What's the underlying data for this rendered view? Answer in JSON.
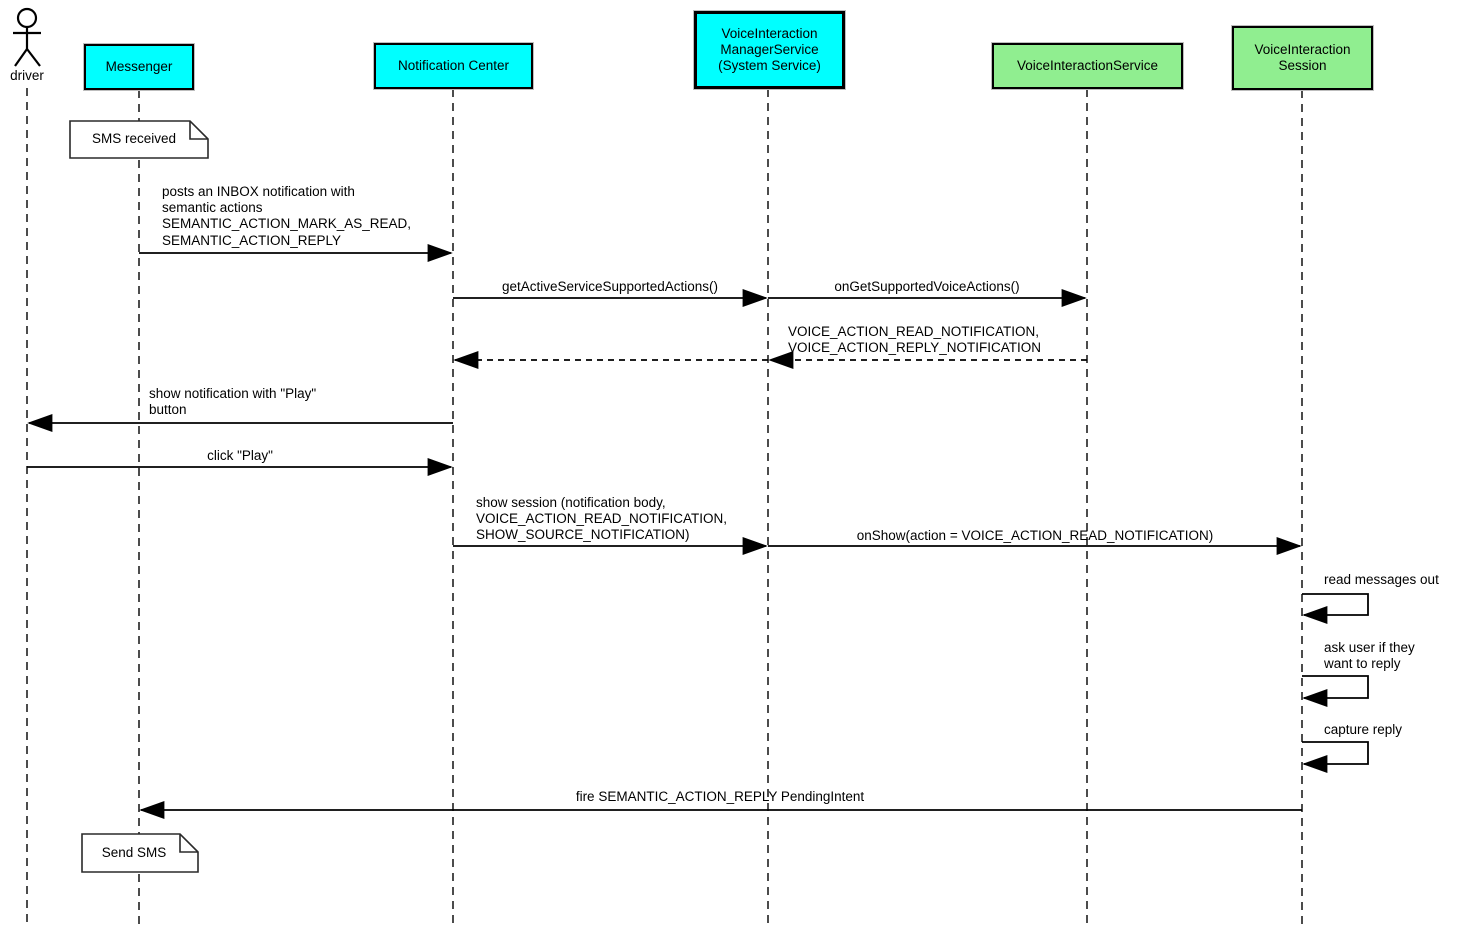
{
  "colors": {
    "participant_cyan": "#00ffff",
    "participant_green": "#90ee90",
    "line": "#000000",
    "note_fill": "#ffffff",
    "background": "#ffffff"
  },
  "actor": {
    "label": "driver"
  },
  "participants": [
    {
      "id": "messenger",
      "label": "Messenger",
      "fill": "#00ffff"
    },
    {
      "id": "notification-center",
      "label": "Notification Center",
      "fill": "#00ffff"
    },
    {
      "id": "voice-interaction-manager-service",
      "label": "VoiceInteraction\nManagerService\n(System Service)",
      "fill": "#00ffff"
    },
    {
      "id": "voice-interaction-service",
      "label": "VoiceInteractionService",
      "fill": "#90ee90"
    },
    {
      "id": "voice-interaction-session",
      "label": "VoiceInteraction\nSession",
      "fill": "#90ee90"
    }
  ],
  "notes": [
    {
      "text": "SMS received",
      "attached_to": "Messenger"
    },
    {
      "text": "Send SMS",
      "attached_to": "Messenger"
    }
  ],
  "messages": [
    {
      "from": "Messenger",
      "to": "Notification Center",
      "style": "solid",
      "text": "posts an INBOX notification with\nsemantic actions\nSEMANTIC_ACTION_MARK_AS_READ,\nSEMANTIC_ACTION_REPLY"
    },
    {
      "from": "Notification Center",
      "to": "VoiceInteractionManagerService",
      "style": "solid",
      "text": "getActiveServiceSupportedActions()"
    },
    {
      "from": "VoiceInteractionManagerService",
      "to": "VoiceInteractionService",
      "style": "solid",
      "text": "onGetSupportedVoiceActions()"
    },
    {
      "from": "VoiceInteractionService",
      "to": "Notification Center",
      "style": "dashed-return",
      "text": "VOICE_ACTION_READ_NOTIFICATION,\nVOICE_ACTION_REPLY_NOTIFICATION"
    },
    {
      "from": "Notification Center",
      "to": "driver",
      "style": "solid",
      "text": "show notification with \"Play\"\nbutton"
    },
    {
      "from": "driver",
      "to": "Notification Center",
      "style": "solid",
      "text": "click \"Play\""
    },
    {
      "from": "Notification Center",
      "to": "VoiceInteractionManagerService",
      "style": "solid",
      "text": "show session (notification body,\nVOICE_ACTION_READ_NOTIFICATION,\nSHOW_SOURCE_NOTIFICATION)"
    },
    {
      "from": "VoiceInteractionManagerService",
      "to": "VoiceInteractionSession",
      "style": "solid",
      "text": "onShow(action = VOICE_ACTION_READ_NOTIFICATION)"
    },
    {
      "from": "VoiceInteractionSession",
      "to": "VoiceInteractionSession",
      "style": "self",
      "text": "read messages out"
    },
    {
      "from": "VoiceInteractionSession",
      "to": "VoiceInteractionSession",
      "style": "self",
      "text": "ask user if they\nwant to reply"
    },
    {
      "from": "VoiceInteractionSession",
      "to": "VoiceInteractionSession",
      "style": "self",
      "text": "capture reply"
    },
    {
      "from": "VoiceInteractionSession",
      "to": "Messenger",
      "style": "solid",
      "text": "fire SEMANTIC_ACTION_REPLY PendingIntent"
    }
  ]
}
